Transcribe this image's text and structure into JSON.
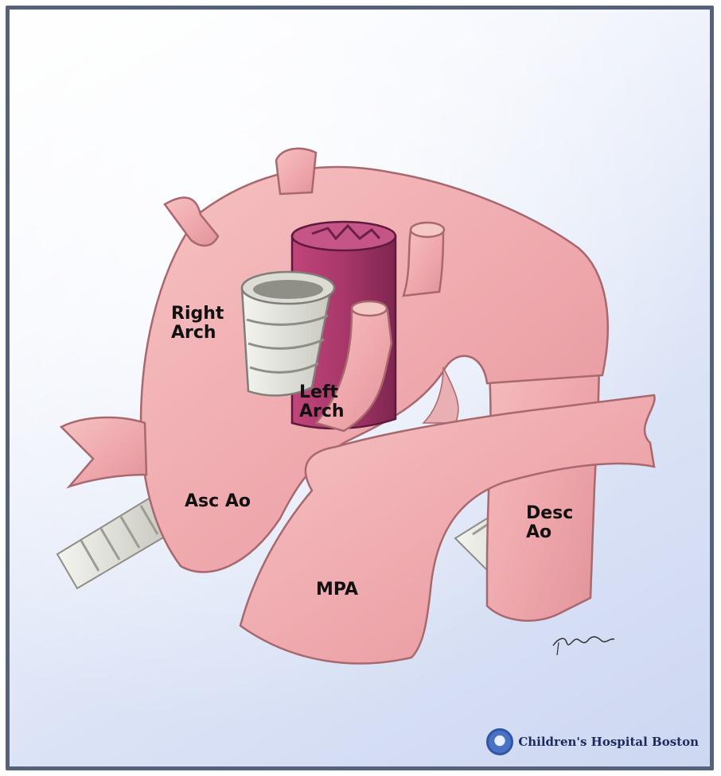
{
  "labels": {
    "right_arch": [
      "Right",
      "Arch"
    ],
    "left_arch": [
      "Left",
      "Arch"
    ],
    "asc_ao": "Asc Ao",
    "desc_ao": [
      "Desc",
      "Ao"
    ],
    "mpa": "MPA"
  },
  "artist_signature": "eflynn",
  "credit": "Children's Hospital Boston",
  "colors": {
    "vessel": "#f0aeb1",
    "vessel_outline": "#a7686e",
    "esophagus": "#a8376a",
    "trachea": "#e6e6e1",
    "frame": "#55627a"
  }
}
